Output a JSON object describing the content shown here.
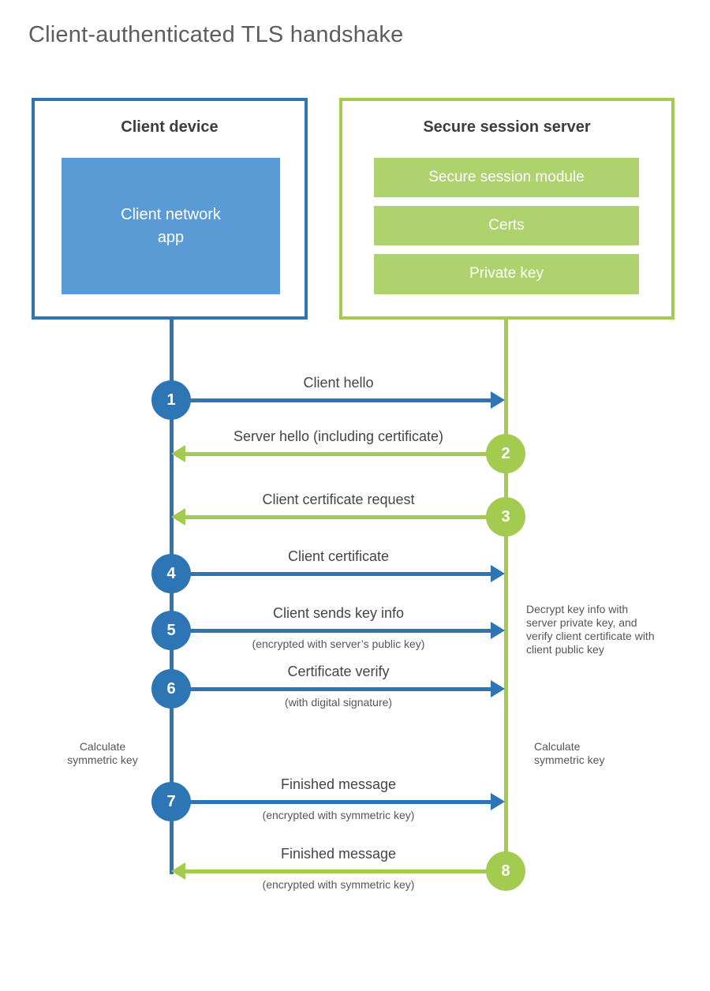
{
  "title": "Client-authenticated TLS handshake",
  "client": {
    "title": "Client device",
    "app_label": "Client network\napp"
  },
  "server": {
    "title": "Secure session server",
    "modules": [
      "Secure session module",
      "Certs",
      "Private key"
    ]
  },
  "messages": [
    {
      "num": "1",
      "label": "Client hello",
      "sub": "",
      "from": "client",
      "to": "server"
    },
    {
      "num": "2",
      "label": "Server hello (including certificate)",
      "sub": "",
      "from": "server",
      "to": "client"
    },
    {
      "num": "3",
      "label": "Client certificate request",
      "sub": "",
      "from": "server",
      "to": "client"
    },
    {
      "num": "4",
      "label": "Client certificate",
      "sub": "",
      "from": "client",
      "to": "server"
    },
    {
      "num": "5",
      "label": "Client sends key info",
      "sub": "(encrypted with server’s public key)",
      "from": "client",
      "to": "server"
    },
    {
      "num": "6",
      "label": "Certificate verify",
      "sub": "(with digital signature)",
      "from": "client",
      "to": "server"
    },
    {
      "num": "7",
      "label": "Finished message",
      "sub": "(encrypted with symmetric key)",
      "from": "client",
      "to": "server"
    },
    {
      "num": "8",
      "label": "Finished message",
      "sub": "(encrypted with symmetric key)",
      "from": "server",
      "to": "client"
    }
  ],
  "notes": {
    "decrypt": "Decrypt key info with server private key, and verify client certificate with client public key",
    "calc_left": "Calculate symmetric key",
    "calc_right": "Calculate symmetric key"
  },
  "colors": {
    "blue": "#2e75b6",
    "blue_light": "#5b9bd5",
    "green": "#a3cb4f",
    "green_light": "#aed26e"
  }
}
